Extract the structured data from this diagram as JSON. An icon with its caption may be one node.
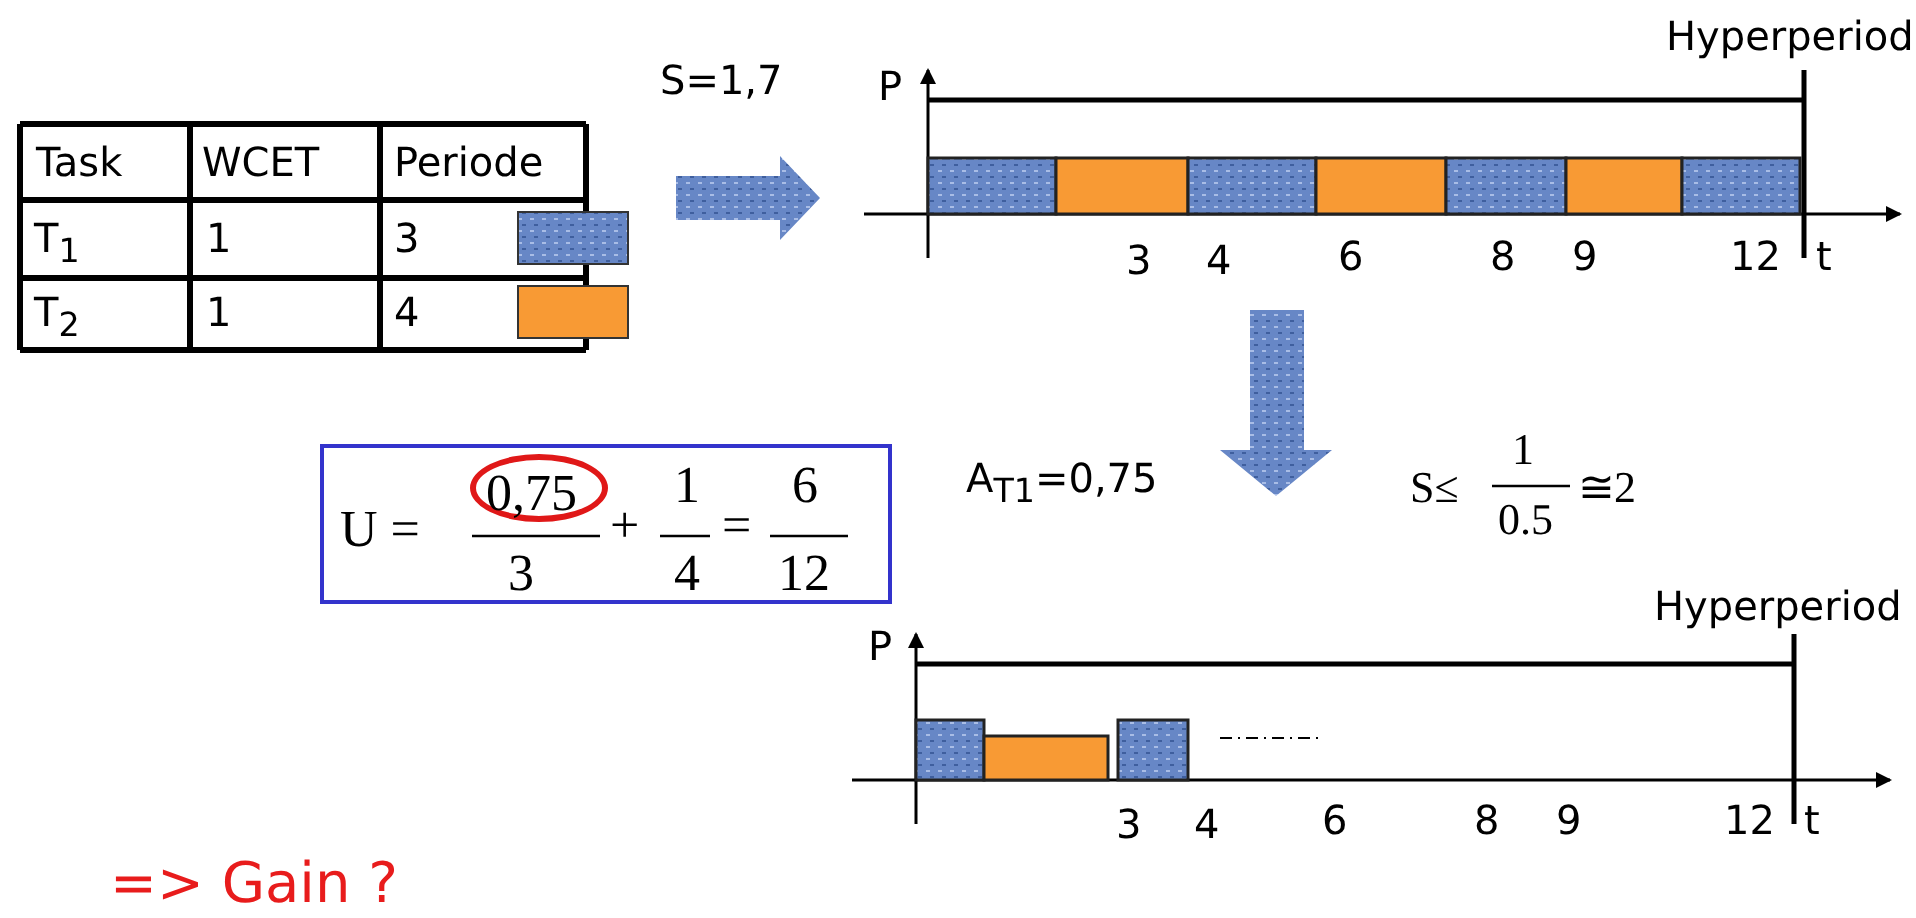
{
  "diagram": {
    "nodes": [
      {
        "text": [
          "U =",
          "3",
          "+",
          "1",
          "4",
          "=",
          "6",
          "12"
        ]
      },
      {
        "text": [
          "0,75"
        ],
        "in": 0
      }
    ],
    "labels": [
      "Hyperperiod",
      "S=1,7",
      "P",
      "Task",
      "WCET",
      "Periode",
      "T$_{1}$",
      "1",
      "3",
      "T$_{2}$",
      "1",
      "4",
      "3",
      "4",
      "6",
      "8",
      "9",
      "12",
      "t",
      "A$_{T1}$=0,75",
      "S≤",
      "1",
      "0.5",
      "≅2",
      "Hyperperiod",
      "P",
      "3",
      "4",
      "6",
      "8",
      "9",
      "12",
      "t",
      "=> Gain ?"
    ]
  }
}
